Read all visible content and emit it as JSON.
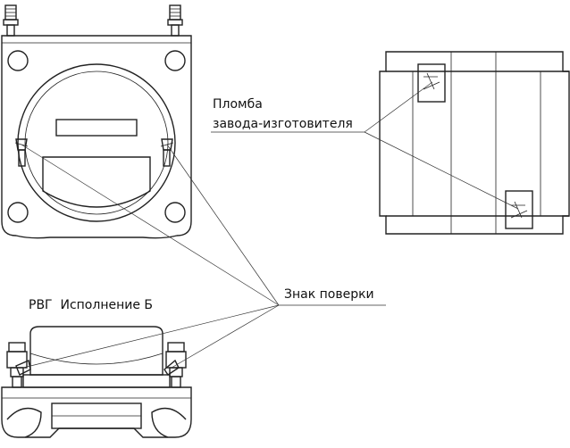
{
  "labels": {
    "seal_line1": "Пломба",
    "seal_line2": "завода-изготовителя",
    "verification_mark": "Знак поверки",
    "variant": "РВГ  Исполнение Б"
  }
}
